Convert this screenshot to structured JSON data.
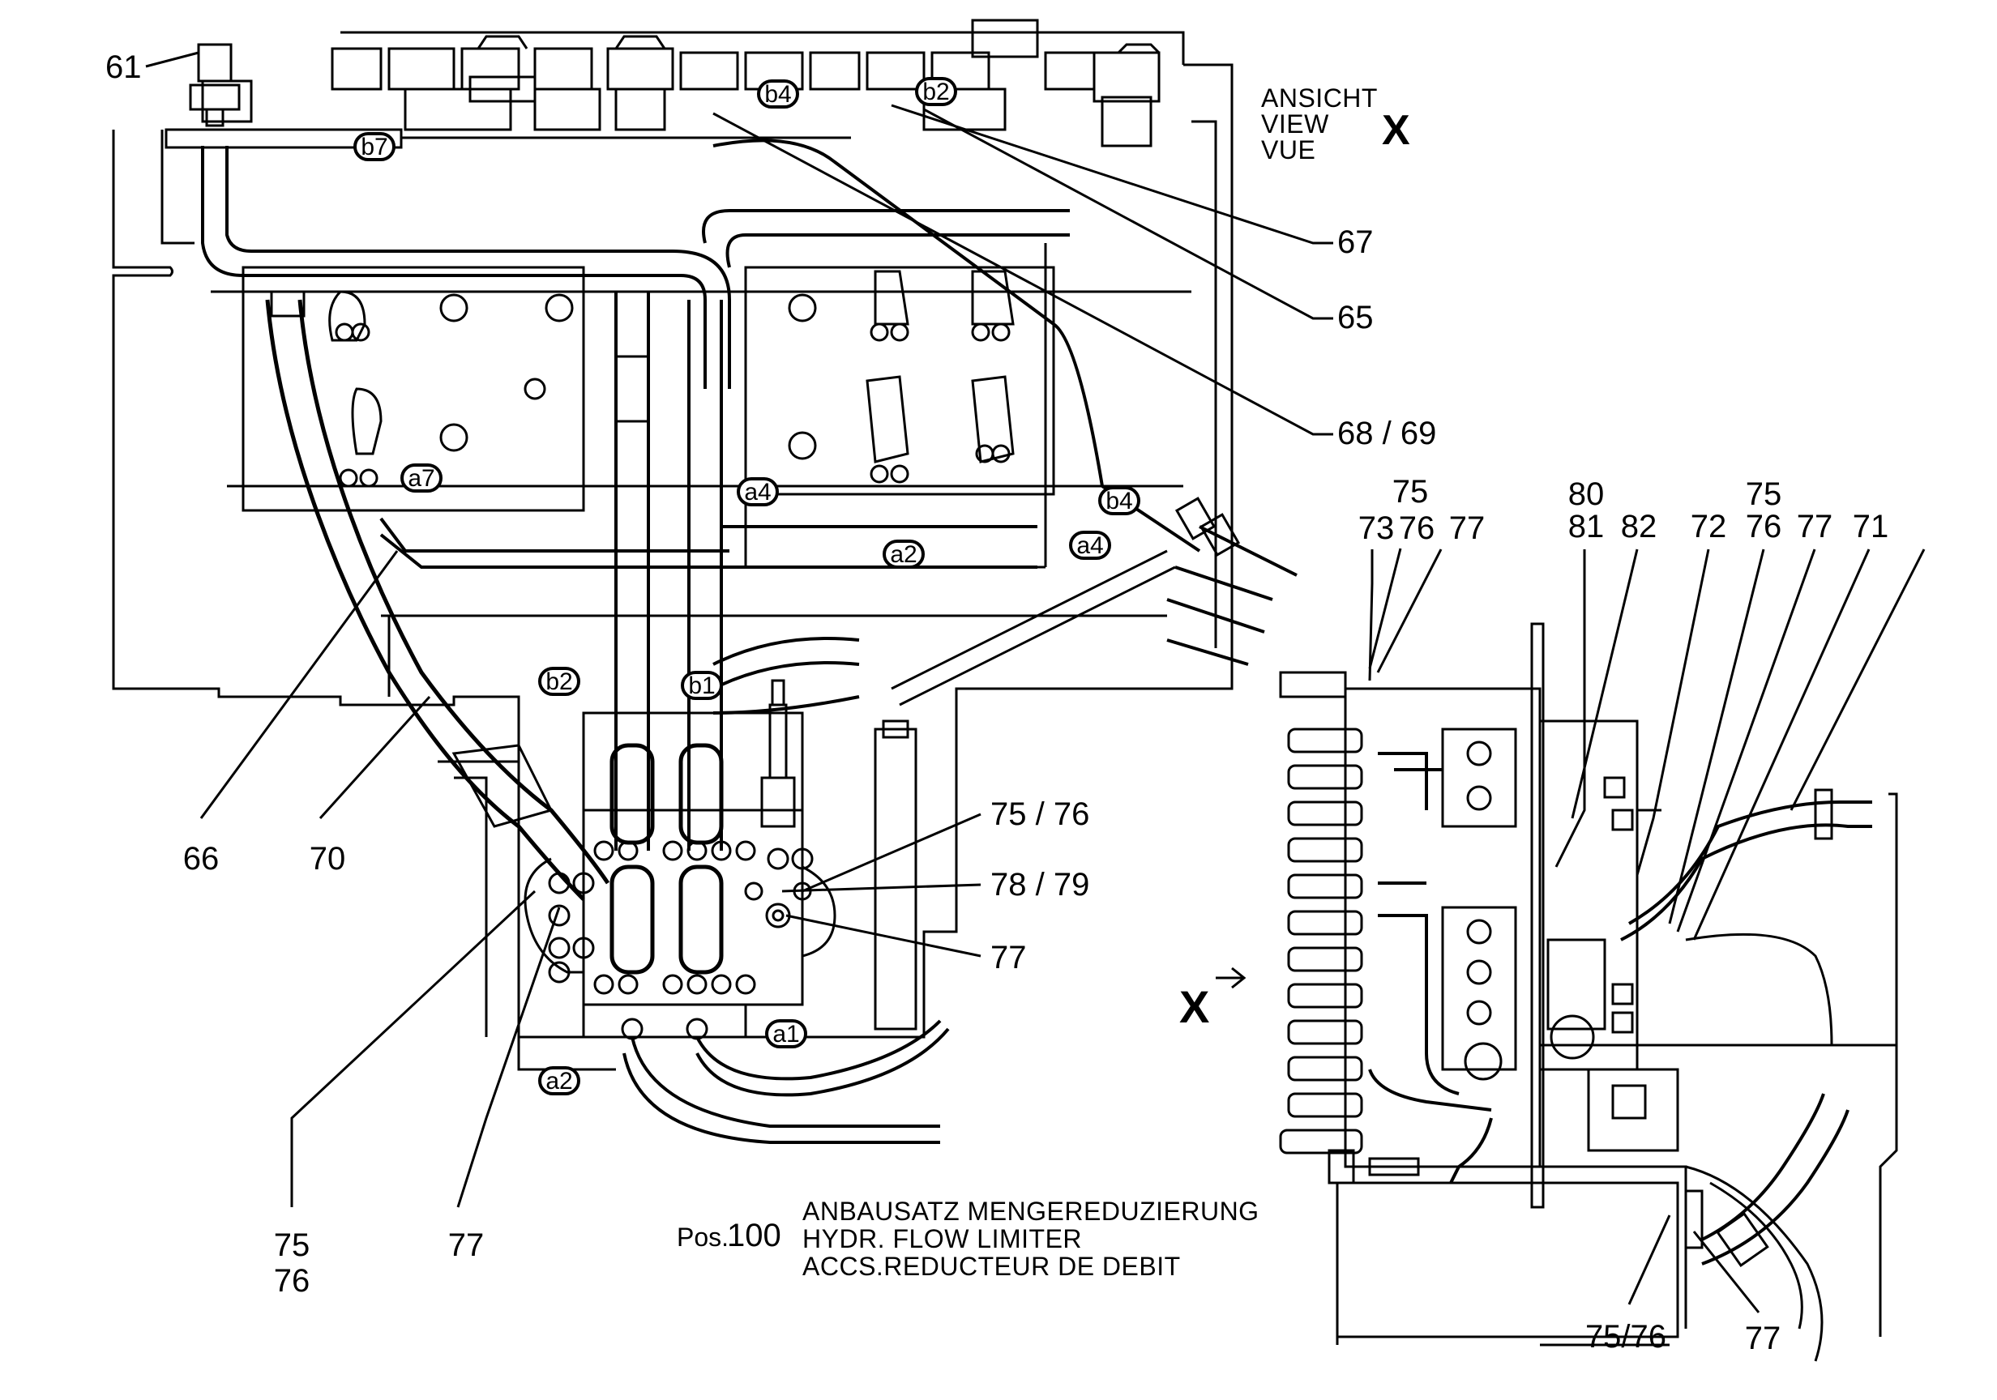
{
  "view_label": {
    "line1": "ANSICHT",
    "line2": "VIEW",
    "line3": "VUE",
    "letter": "X"
  },
  "view_arrow_letter": "X",
  "caption": {
    "pos_prefix": "Pos.",
    "pos_number": "100",
    "line1": "ANBAUSATZ MENGEREDUZIERUNG",
    "line2": "HYDR. FLOW LIMITER",
    "line3": "ACCS.REDUCTEUR DE DEBIT"
  },
  "callouts": {
    "p61": "61",
    "p67": "67",
    "p65": "65",
    "p6869": "68 / 69",
    "p7576_main": "75 / 76",
    "p7879": "78 / 79",
    "p77_main": "77",
    "p66": "66",
    "p70": "70",
    "p75_left": "75",
    "p76_left": "76",
    "p77_left": "77",
    "p73": "73",
    "p75_top": "75",
    "p76_top": "76",
    "p77_top": "77",
    "p80": "80",
    "p81": "81",
    "p82": "82",
    "p72": "72",
    "p75_r": "75",
    "p76_r": "76",
    "p77_r": "77",
    "p71": "71",
    "p7576_bottom": "75/76",
    "p77_bottom": "77"
  },
  "port_tags": {
    "b7": "b7",
    "b4_top": "b4",
    "b2_top": "b2",
    "a7": "a7",
    "a4_mid": "a4",
    "a2_mid": "a2",
    "b4_right": "b4",
    "a4_right": "a4",
    "b2_left": "b2",
    "b1": "b1",
    "a1": "a1",
    "a2_bottom": "a2"
  }
}
